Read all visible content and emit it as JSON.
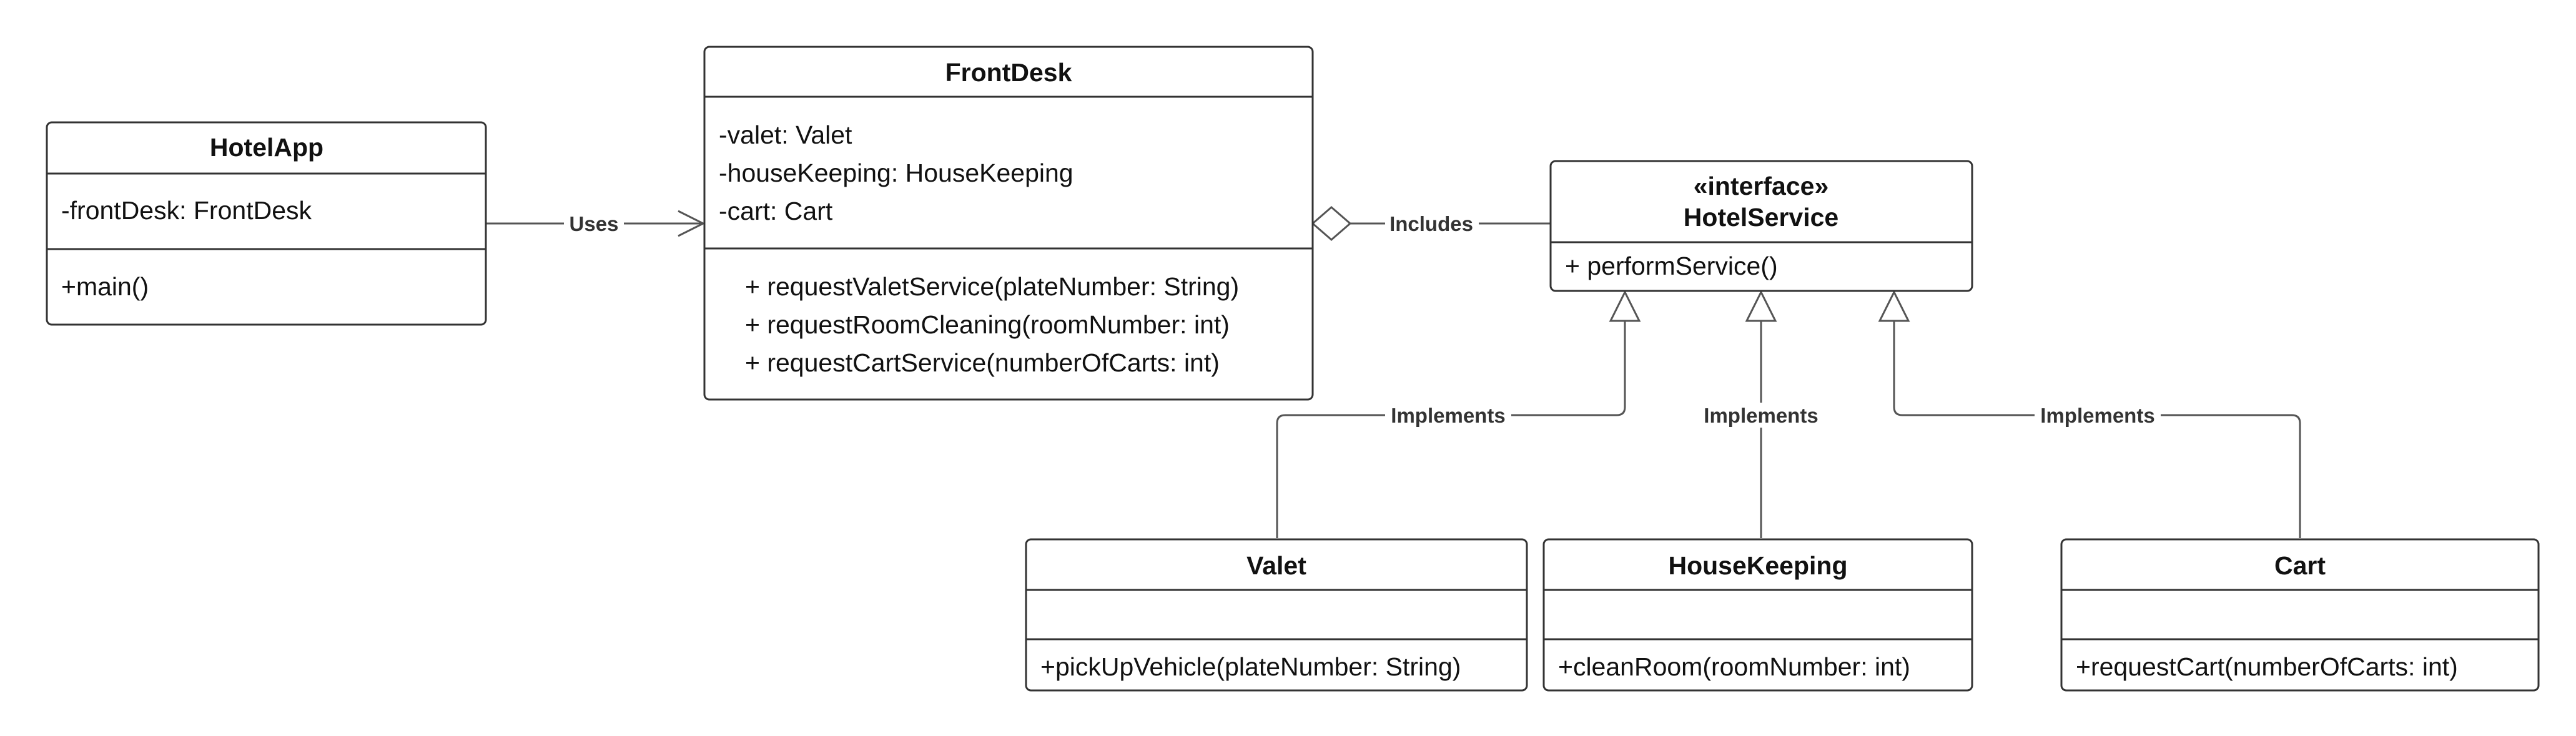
{
  "classes": {
    "hotelapp": {
      "name": "HotelApp",
      "attributes": [
        "-frontDesk: FrontDesk"
      ],
      "methods": [
        "+main()"
      ]
    },
    "frontdesk": {
      "name": "FrontDesk",
      "attributes": [
        "-valet: Valet",
        "-houseKeeping: HouseKeeping",
        "-cart: Cart"
      ],
      "methods": [
        "+ requestValetService(plateNumber: String)",
        "+ requestRoomCleaning(roomNumber: int)",
        "+ requestCartService(numberOfCarts: int)"
      ]
    },
    "hotelservice": {
      "stereotype": "«interface»",
      "name": "HotelService",
      "methods": [
        "+ performService()"
      ]
    },
    "valet": {
      "name": "Valet",
      "attributes": [],
      "methods": [
        "+pickUpVehicle(plateNumber: String)"
      ]
    },
    "housekeeping": {
      "name": "HouseKeeping",
      "attributes": [],
      "methods": [
        "+cleanRoom(roomNumber: int)"
      ]
    },
    "cart": {
      "name": "Cart",
      "attributes": [],
      "methods": [
        "+requestCart(numberOfCarts: int)"
      ]
    }
  },
  "relations": {
    "uses": {
      "label": "Uses",
      "kind": "dependency"
    },
    "includes": {
      "label": "Includes",
      "kind": "aggregation"
    },
    "impl_valet": {
      "label": "Implements",
      "kind": "realization"
    },
    "impl_housekeeping": {
      "label": "Implements",
      "kind": "realization"
    },
    "impl_cart": {
      "label": "Implements",
      "kind": "realization"
    }
  }
}
